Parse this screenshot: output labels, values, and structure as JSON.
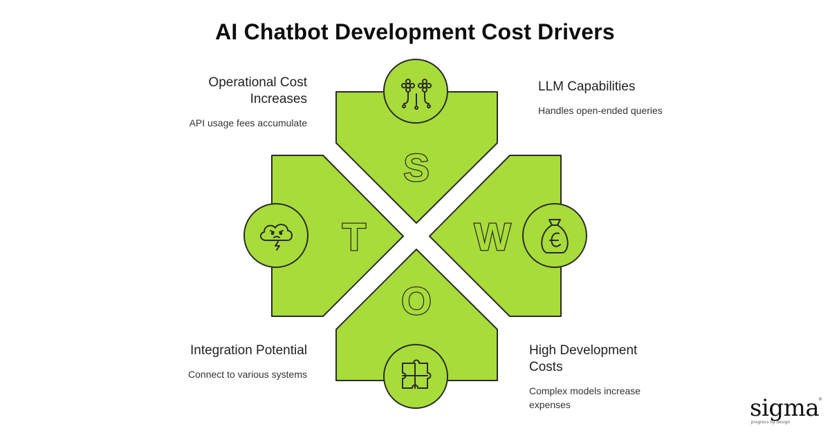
{
  "title": "AI Chatbot Development Cost Drivers",
  "colors": {
    "quadrant_fill": "#a8dc3a",
    "outline": "#2a2a2a",
    "background": "#ffffff"
  },
  "quadrants": {
    "top": {
      "letter": "S",
      "icon": "flowers-icon"
    },
    "right": {
      "letter": "W",
      "icon": "money-bag-icon"
    },
    "bottom": {
      "letter": "O",
      "icon": "puzzle-icon"
    },
    "left": {
      "letter": "T",
      "icon": "storm-cloud-icon"
    }
  },
  "blocks": {
    "top_left": {
      "title": "Operational Cost Increases",
      "description": "API usage fees accumulate"
    },
    "top_right": {
      "title": "LLM Capabilities",
      "description": "Handles open-ended queries"
    },
    "bottom_left": {
      "title": "Integration Potential",
      "description": "Connect to various systems"
    },
    "bottom_right": {
      "title": "High Development Costs",
      "description": "Complex models increase expenses"
    }
  },
  "logo": {
    "word": "sigma",
    "tagline": "progress by design",
    "registered": "®"
  }
}
